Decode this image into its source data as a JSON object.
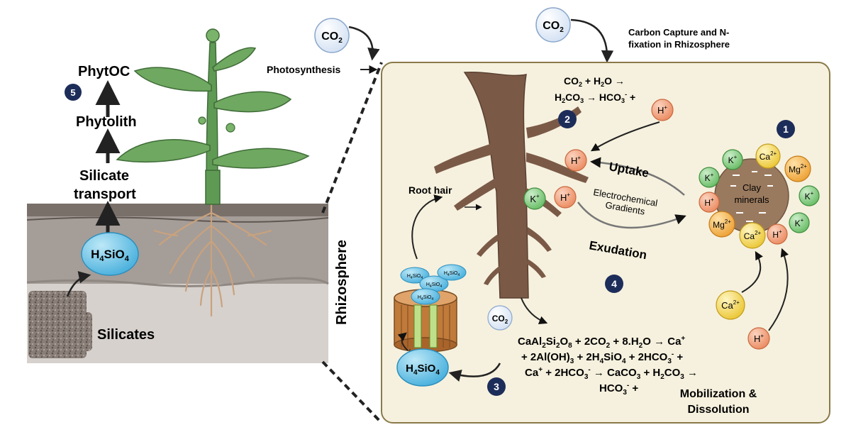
{
  "colors": {
    "soil_dark": "#6f655f",
    "soil_light": "#c9c3bf",
    "panel_bg": "#f6f1de",
    "panel_border": "#8a7a4a",
    "root_brown": "#7a5a47",
    "stem_green": "#5f9a55",
    "leaf_green": "#6fa860",
    "badge_navy": "#1d2d5a",
    "h_ion": "#f0a07e",
    "k_ion": "#8bd08a",
    "ca_ion": "#f6dc6a",
    "mg_ion": "#f3b64f",
    "silicic": "#6ec6ea",
    "co2_bubble": "#e9f1fb",
    "clay": "#9a7a5e"
  },
  "icons": [
    "plant",
    "root",
    "soil",
    "clay-particle",
    "ion-bubble",
    "phytolith-cylinder",
    "arrow"
  ],
  "left": {
    "phytoc": "PhytOC",
    "phytolith": "Phytolith",
    "silicate_transport_1": "Silicate",
    "silicate_transport_2": "transport",
    "silicic_acid": {
      "base": "H",
      "s1": "4",
      "mid": "SiO",
      "s2": "4"
    },
    "silicates": "Silicates",
    "rhizosphere": "Rhizosphere",
    "badge5": "5"
  },
  "top": {
    "co2_main": {
      "base": "CO",
      "sub": "2"
    },
    "co2_panel": {
      "base": "CO",
      "sub": "2"
    },
    "photosynthesis": "Photosynthesis",
    "carbon_capture_1": "Carbon Capture and N-",
    "carbon_capture_2": "fixation in Rhizosphere"
  },
  "panel": {
    "eq1_line1": {
      "t1": "CO",
      "s1": "2",
      "t2": " + H",
      "s2": "2",
      "t3": "O →"
    },
    "eq1_line2": {
      "t1": "H",
      "s1": "2",
      "t2": "CO",
      "s2": "3",
      "t3": " → HCO",
      "s3": "3",
      "sup": "-",
      "t4": " +"
    },
    "badge1": "1",
    "badge2": "2",
    "badge3": "3",
    "badge4": "4",
    "uptake": "Uptake",
    "electro_1": "Electrochemical",
    "electro_2": "Gradients",
    "exudation": "Exudation",
    "root_hair": "Root hair",
    "clay_1": "Clay",
    "clay_2": "minerals",
    "co2_small": {
      "base": "CO",
      "sub": "2"
    },
    "mobilization_1": "Mobilization &",
    "mobilization_2": "Dissolution",
    "weathering": {
      "l1": {
        "t1": "CaAl",
        "s1": "2",
        "t2": "Si",
        "s2": "2",
        "t3": "O",
        "s3": "8",
        "t4": " + 2CO",
        "s4": "2",
        "t5": " + 8.H",
        "s5": "2",
        "t6": "O → Ca",
        "sup": "+"
      },
      "l2": {
        "t1": "+ 2Al(OH)",
        "s1": "3",
        "t2": " + 2H",
        "s2": "4",
        "t3": "SiO",
        "s3": "4",
        "t4": " + 2HCO",
        "s4": "3",
        "sup": "-",
        "t5": " +"
      },
      "l3": {
        "t1": "Ca",
        "sup1": "+",
        "t2": " + 2HCO",
        "s2": "3",
        "sup2": "-",
        "t3": " → CaCO",
        "s3": "3",
        "t4": " + H",
        "s4": "2",
        "t5": "CO",
        "s5": "3",
        "t6": " →"
      },
      "l4": {
        "t1": "HCO",
        "s1": "3",
        "sup": "-",
        "t2": " +"
      }
    }
  },
  "ions": {
    "h": {
      "base": "H",
      "sup": "+"
    },
    "k": {
      "base": "K",
      "sup": "+"
    },
    "ca": {
      "base": "Ca",
      "sup": "2+"
    },
    "mg": {
      "base": "Mg",
      "sup": "2+"
    }
  },
  "silicic_small": {
    "base": "H",
    "s1": "4",
    "mid": "SiO",
    "s2": "4"
  }
}
